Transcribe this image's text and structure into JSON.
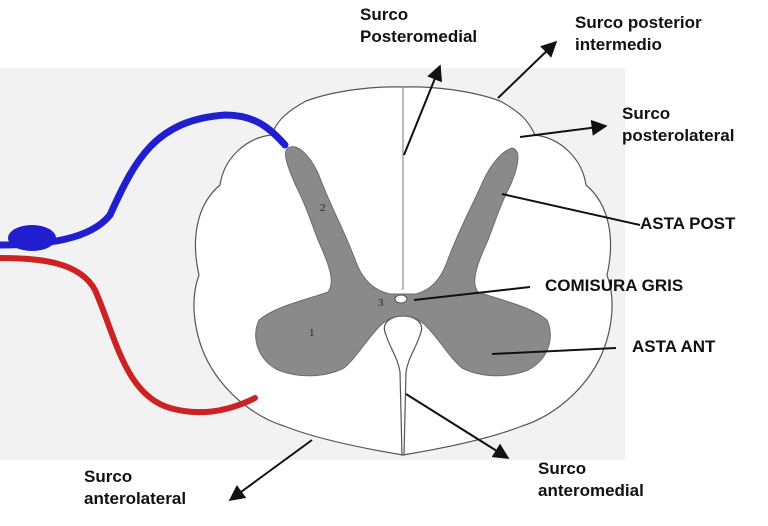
{
  "colors": {
    "background": "#f2f2f2",
    "gray_matter": "#8a8a8a",
    "posterior_root": "#1f1fd0",
    "anterior_root": "#cc2222",
    "outline": "#555555",
    "arrow": "#111111"
  },
  "numbers": {
    "asta_ant": "1",
    "asta_post": "2",
    "comisura": "3"
  },
  "labels": {
    "surco_posteromedial": {
      "line1": "Surco",
      "line2": "Posteromedial"
    },
    "surco_posterior_intermedio": {
      "line1": "Surco posterior",
      "line2": "intermedio"
    },
    "surco_posterolateral": {
      "line1": "Surco",
      "line2": "posterolateral"
    },
    "asta_post": "ASTA POST",
    "comisura_gris": "COMISURA GRIS",
    "asta_ant": "ASTA ANT",
    "surco_anterolateral": {
      "line1": "Surco",
      "line2": "anterolateral"
    },
    "surco_anteromedial": {
      "line1": "Surco",
      "line2": "anteromedial"
    }
  }
}
